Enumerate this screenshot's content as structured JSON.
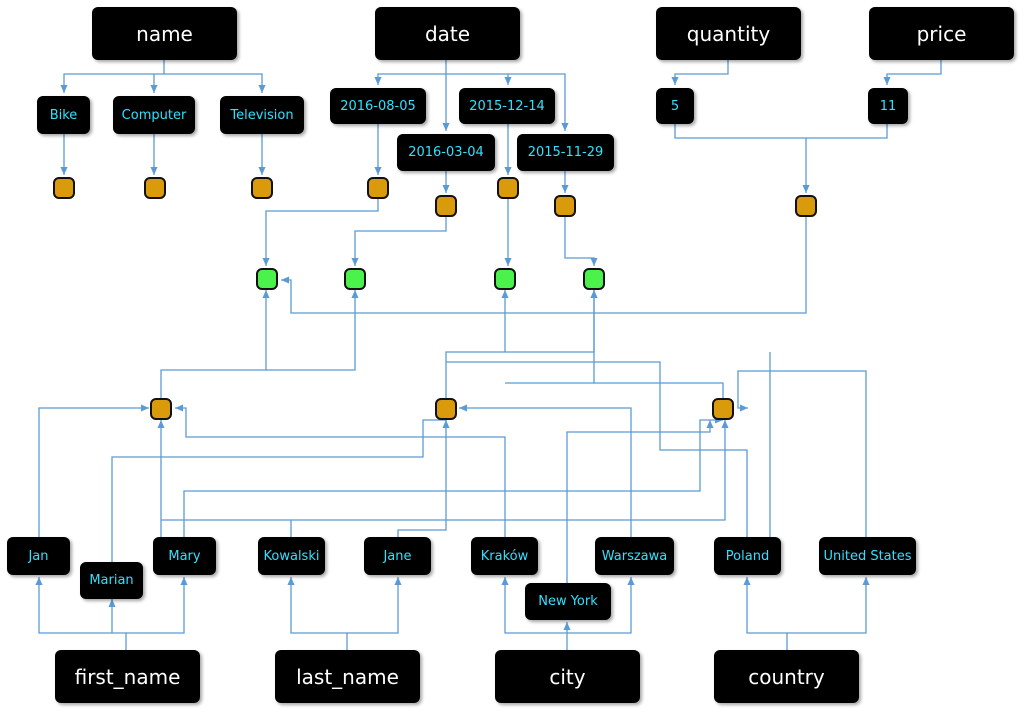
{
  "attributes": {
    "name": "name",
    "date": "date",
    "quantity": "quantity",
    "price": "price",
    "first_name": "first_name",
    "last_name": "last_name",
    "city": "city",
    "country": "country"
  },
  "values": {
    "bike": "Bike",
    "computer": "Computer",
    "television": "Television",
    "date_2016_08_05": "2016-08-05",
    "date_2016_03_04": "2016-03-04",
    "date_2015_12_14": "2015-12-14",
    "date_2015_11_29": "2015-11-29",
    "quantity_5": "5",
    "price_11": "11",
    "jan": "Jan",
    "marian": "Marian",
    "mary": "Mary",
    "kowalski": "Kowalski",
    "jane": "Jane",
    "krakow": "Kraków",
    "new_york": "New York",
    "warszawa": "Warszawa",
    "poland": "Poland",
    "united_states": "United States"
  },
  "colors": {
    "box": "#000000",
    "value_text": "#33e0ff",
    "edge": "#5b9bd5",
    "orange_node": "#d99a0b",
    "green_node": "#4cf24c"
  }
}
